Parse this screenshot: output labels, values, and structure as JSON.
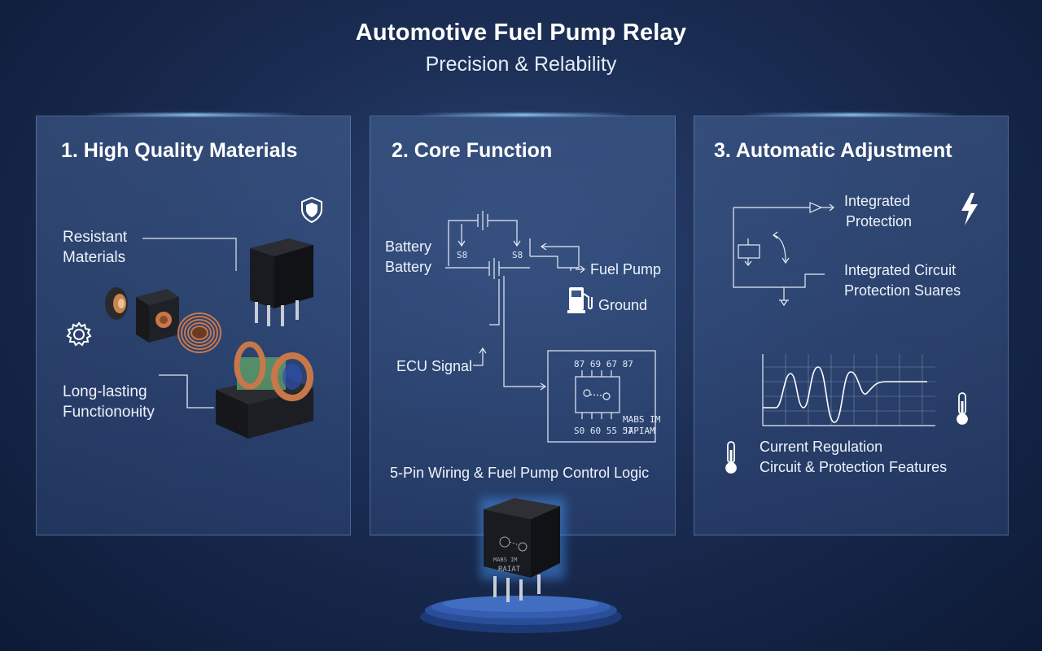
{
  "header": {
    "title": "Automotive Fuel Pump Relay",
    "subtitle": "Precision & Relability"
  },
  "panels": [
    {
      "title": "1. High Quality Materials",
      "labels": [
        "Resistant",
        "Materials",
        "Long-lasting",
        "Functionонity"
      ]
    },
    {
      "title": "2. Core Function",
      "labels": {
        "battery1": "Battery",
        "battery2": "Battery",
        "s1": "S8",
        "s2": "S8",
        "fuel_pump": "Fuel Pump",
        "ground": "Ground",
        "ecu": "ECU Signal",
        "pins_top": "87 69 67 87",
        "pins_bottom": "S0 60 55 57",
        "chip_text1": "MABS IM",
        "chip_text2": "JAPIAM",
        "caption": "5-Pin Wiring & Fuel Pump Control Logic"
      }
    },
    {
      "title": "3. Automatic Adjustment",
      "labels": {
        "integrated1": "Integrated",
        "integrated2": "Protection",
        "circuit1": "Integrated Circuit",
        "circuit2": "Protection Suares",
        "current1": "Current Regulation",
        "current2": "Circuit & Protection Features"
      }
    }
  ],
  "product": {
    "front_text1": "MABS IM",
    "front_text2": "RAIAT"
  },
  "colors": {
    "background": "#1a2c52",
    "panel": "#3c5a8c",
    "copper": "#c8774a",
    "relay": "#1c1e24",
    "glow": "#6fb8ff"
  },
  "icons": [
    "shield-icon",
    "gear-icon",
    "fuel-pump-icon",
    "lightning-icon",
    "thermometer-icon"
  ]
}
